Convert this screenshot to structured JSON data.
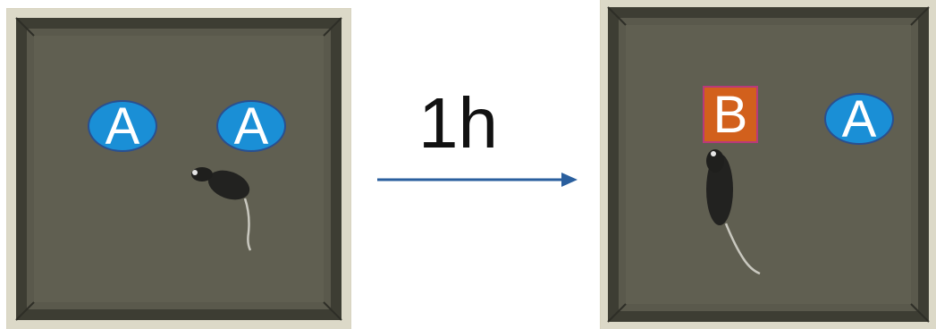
{
  "left_arena": {
    "objects": [
      {
        "shape": "circle",
        "label": "A"
      },
      {
        "shape": "circle",
        "label": "A"
      }
    ]
  },
  "transition": {
    "label": "1h",
    "arrow_color": "#2a5f9e"
  },
  "right_arena": {
    "objects": [
      {
        "shape": "square",
        "label": "B"
      },
      {
        "shape": "circle",
        "label": "A"
      }
    ]
  },
  "colors": {
    "circle_fill": "#1a8fd6",
    "square_fill": "#d2601c",
    "arena_floor": "#58574a"
  }
}
